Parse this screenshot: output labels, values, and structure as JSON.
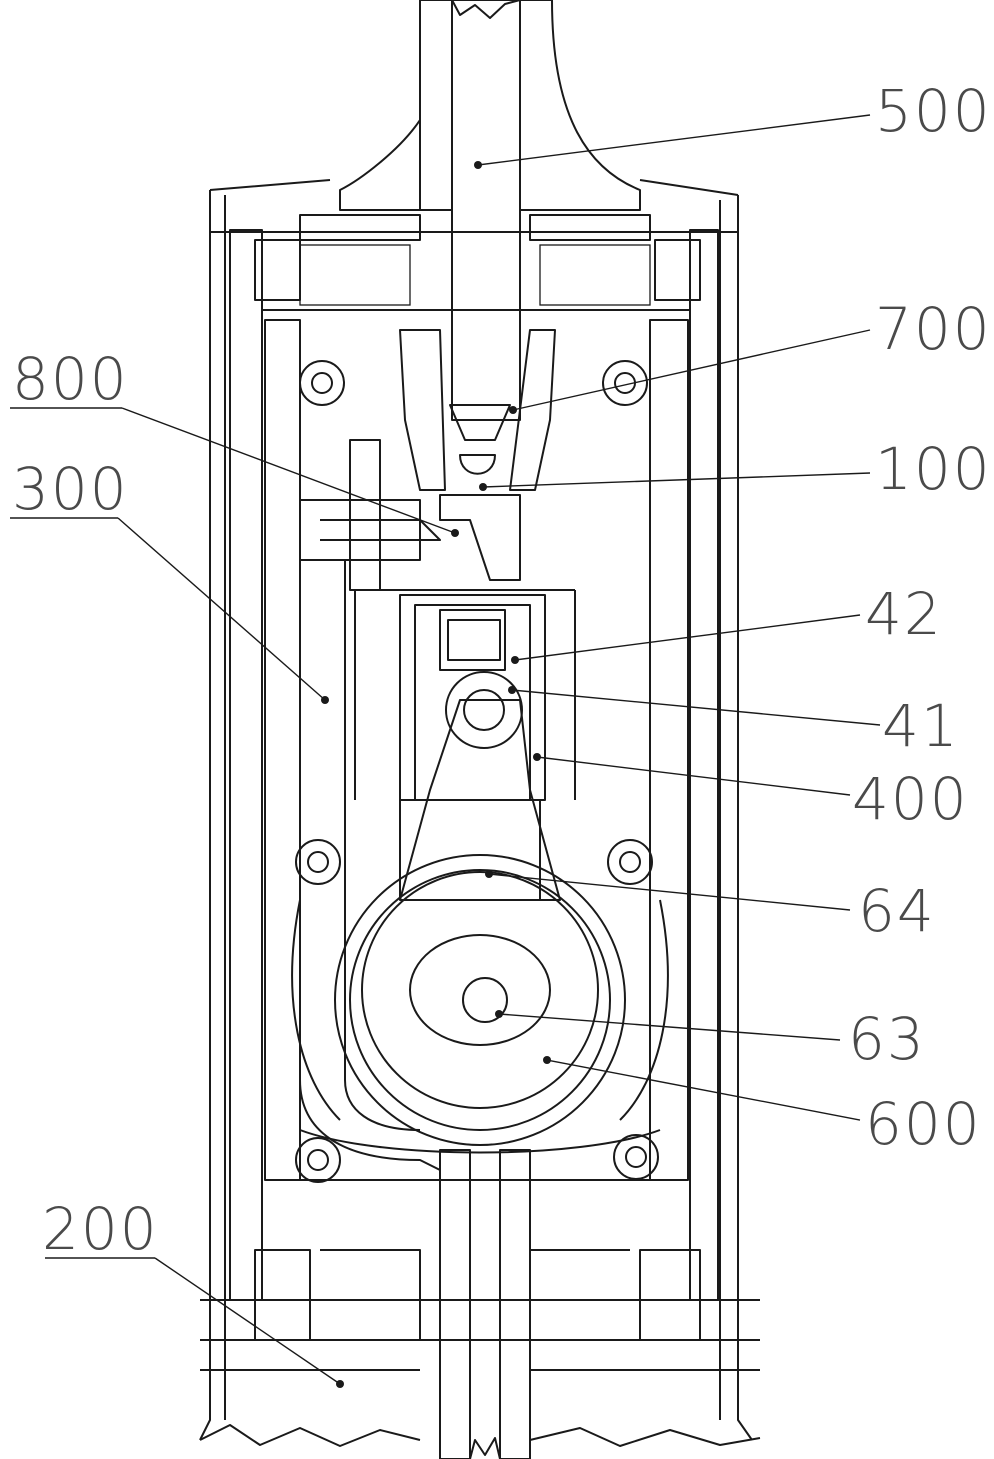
{
  "labels": {
    "l500": "500",
    "l700": "700",
    "l800": "800",
    "l100": "100",
    "l300": "300",
    "l42": "42",
    "l41": "41",
    "l400": "400",
    "l64": "64",
    "l63": "63",
    "l600": "600",
    "l200": "200"
  },
  "colors": {
    "line": "#1a1a1a",
    "label": "#4a4a4a",
    "background": "#ffffff"
  }
}
